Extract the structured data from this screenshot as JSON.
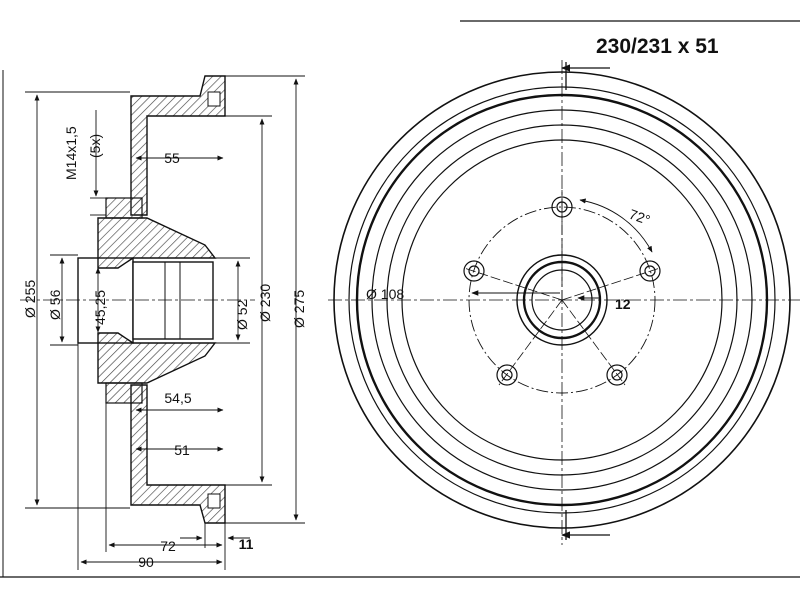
{
  "title": "230/231 x 51",
  "colors": {
    "line": "#111111",
    "hatch": "#444444",
    "background": "#ffffff"
  },
  "side_view": {
    "diameters": {
      "d255": "Ø 255",
      "d56": "Ø 56",
      "d4525": "45,25",
      "d52": "Ø 52",
      "d230": "Ø 230",
      "d275": "Ø 275"
    },
    "thread": {
      "spec": "M14x1,5",
      "count": "(5x)"
    },
    "lengths": {
      "l55": "55",
      "l545": "54,5",
      "l51": "51",
      "l72": "72",
      "l90": "90",
      "l11": "11"
    }
  },
  "front_view": {
    "angle": "72°",
    "center_dim": "12",
    "pcd": "Ø 108"
  }
}
